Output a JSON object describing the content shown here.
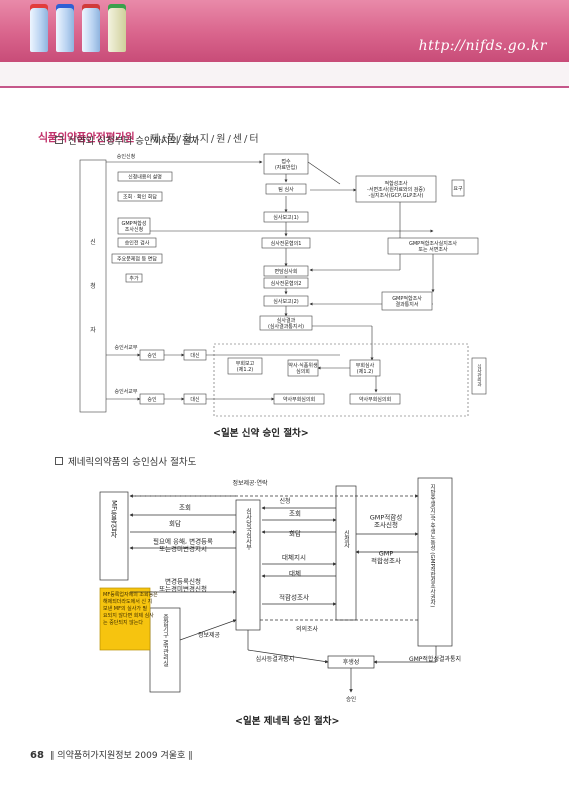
{
  "header": {
    "url": "http://nifds.go.kr",
    "org": "식품의약품안전평가원",
    "dept": "제/품/화/지/원/센/터"
  },
  "section1": {
    "title": "신약의 신청부터 승인까지의 절차",
    "caption": "<일본 신약 승인 절차>",
    "applicant": [
      "신",
      "청",
      "자"
    ],
    "labels": {
      "approval_request": "승인신청",
      "receipt": "접수\n(자료반입)",
      "explain": "신청내용의 설명",
      "interview": "조회 · 확인 회답",
      "team_review": "팀 심사",
      "review_report1": "심사보고(1)",
      "gmp_app": "GMP적합성\n조사신청",
      "reliability": "적합성조사\n-서면조사(원자료와의 검증)\n-실지조사(GCP,GLP조사)",
      "req": "요구",
      "approval_check": "승인전 검사",
      "expert1": "심사전문협의1",
      "gmp_exec": "GMP적합조사실지조사\n또는 서면조사",
      "main_issue": "주요문제점 등 면담",
      "meeting": "면담심사회",
      "expert2": "심사전문협의2",
      "additional": "추가",
      "review_report2": "심사보고(2)",
      "gmp_result": "GMP적합조사\n결과통지서",
      "review_result": "심사결과\n(심사결과통지서)",
      "approval_delivery": "승인서교부",
      "approval": "승인",
      "minister": "대신",
      "report_a": "부회보고\n(제1.2)",
      "drug_council": "약사·식품위생\n심의회",
      "deliberation": "부회심사\n(제1.2)",
      "approval_delivery2": "승인서교부",
      "approval2": "승인",
      "minister2": "대신",
      "pharm_council": "약사부회심의회",
      "pharm_council2": "약사부회심의회",
      "side": "심사관리과"
    }
  },
  "section2": {
    "title": "제네릭의약품의 승인심사 절차도",
    "caption": "<일본 제네릭 승인 절차>",
    "labels": {
      "info_contact": "정보제공·연락",
      "mf_holder": "MF등록업자",
      "inquiry": "조회",
      "answer": "회답",
      "change_req": "필요에 응해, 변경등록\n또는경미변경지시",
      "change_app": "변경등록신청\n또는경미변경신청",
      "note": "MF등록업자에의 조회등은 해제되더라도에서 신 지 보낸 MF의 실사가 필요되지 않다면 회제 심사는 중단되지 않는다",
      "review_dept": "심사당국심사부",
      "application": "신청",
      "inquiry2": "조회",
      "answer2": "회답",
      "instruct": "대체지시",
      "replace": "대체",
      "compliance": "적합성조사",
      "applicant": "신청자",
      "gmp_compliance_app": "GMP적합성\n조사신청",
      "gmp_compliance": "GMP\n적합성조사",
      "regional": "지방후생(지)국·후생노동성\n(GMP적합성조사권자)",
      "mf_office": "종합기구 MF관리실",
      "info_offer": "정보제공",
      "consultation": "의의조사",
      "result_notice": "심사등결과통지",
      "ministry": "후생성",
      "gmp_notice": "GMP적합성결과통지",
      "approval": "승인"
    }
  },
  "footer": {
    "page": "68",
    "title": "의약품허가지원정보 2009 겨울호"
  },
  "colors": {
    "header_pink": "#d9648c",
    "note_yellow": "#f6c40f",
    "accent": "#c2346c"
  }
}
